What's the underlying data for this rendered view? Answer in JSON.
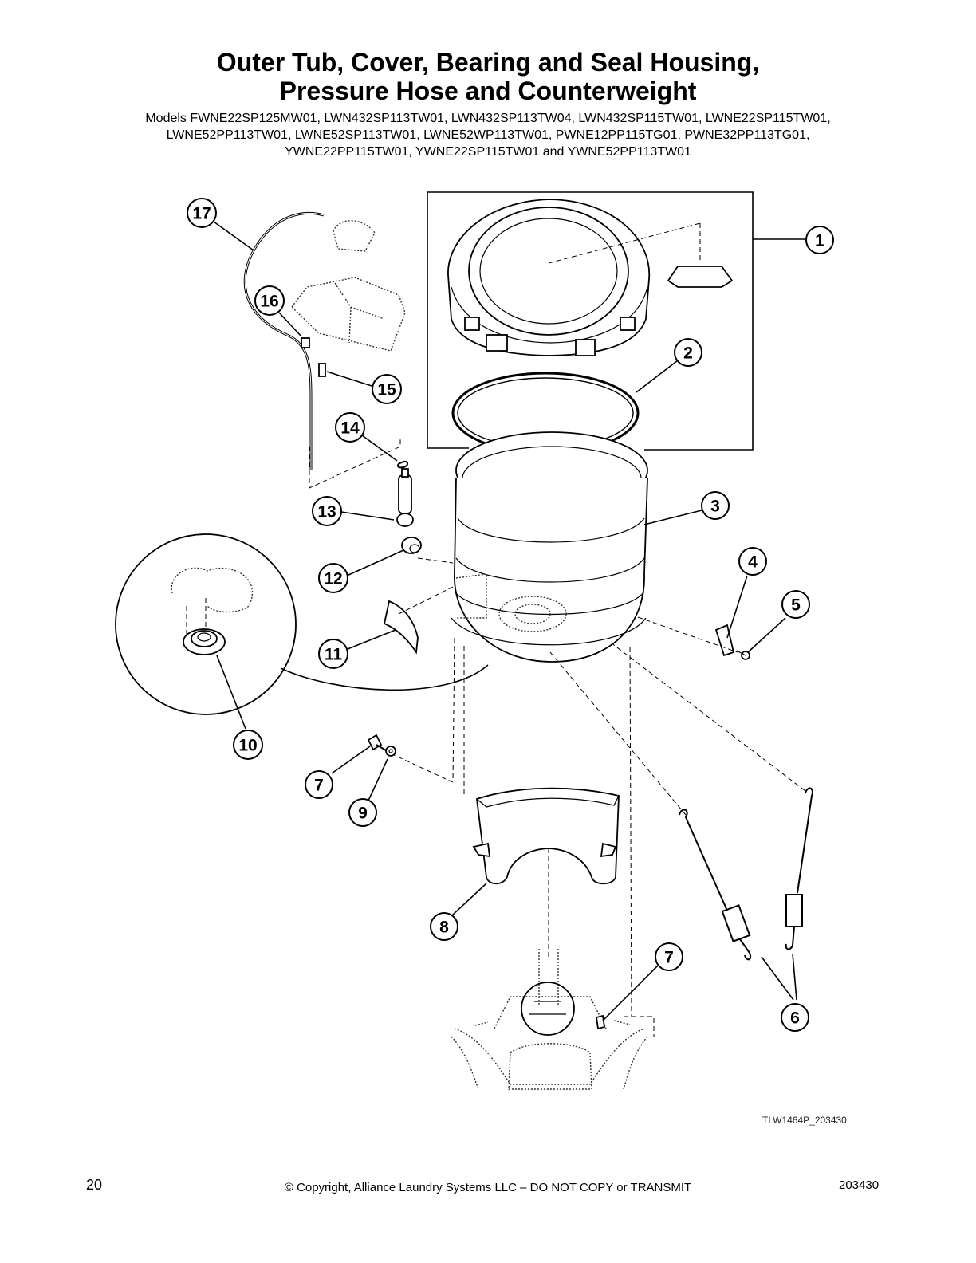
{
  "title": {
    "line1": "Outer Tub, Cover, Bearing and Seal Housing,",
    "line2": "Pressure Hose and Counterweight"
  },
  "models": {
    "line1": "Models FWNE22SP125MW01, LWN432SP113TW01, LWN432SP113TW04, LWN432SP115TW01, LWNE22SP115TW01,",
    "line2": "LWNE52PP113TW01, LWNE52SP113TW01, LWNE52WP113TW01, PWNE12PP115TG01, PWNE32PP113TG01,",
    "line3": "YWNE22PP115TW01, YWNE22SP115TW01 and YWNE52PP113TW01"
  },
  "callouts": {
    "c1": "1",
    "c2": "2",
    "c3": "3",
    "c4": "4",
    "c5": "5",
    "c6": "6",
    "c7a": "7",
    "c7b": "7",
    "c8": "8",
    "c9": "9",
    "c10": "10",
    "c11": "11",
    "c12": "12",
    "c13": "13",
    "c14": "14",
    "c15": "15",
    "c16": "16",
    "c17": "17"
  },
  "drawing_id": "TLW1464P_203430",
  "footer": {
    "page_number": "20",
    "copyright": "© Copyright, Alliance Laundry Systems LLC – DO NOT COPY or TRANSMIT",
    "doc_number": "203430"
  }
}
